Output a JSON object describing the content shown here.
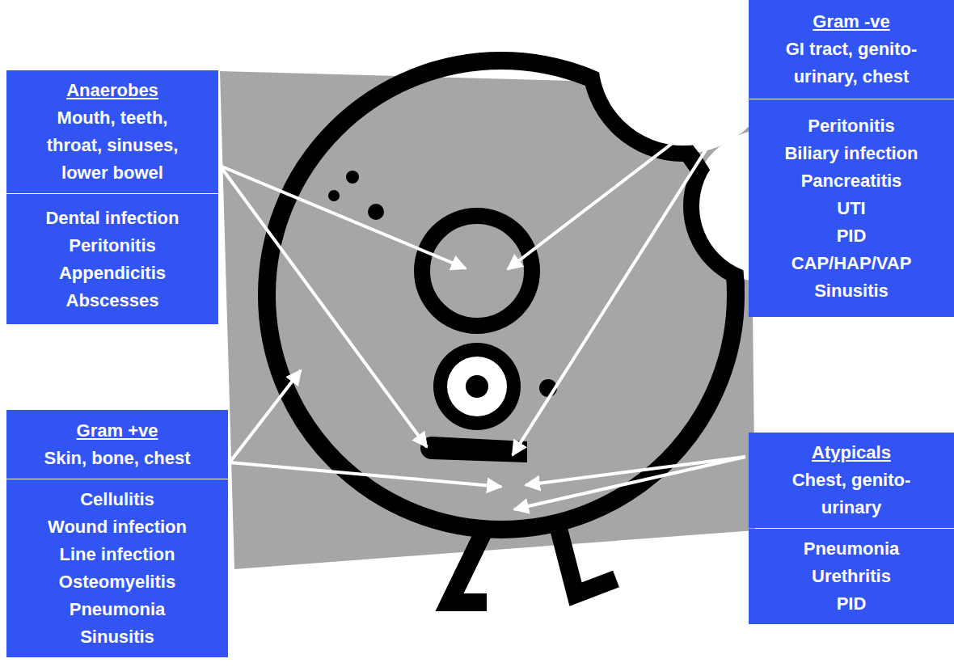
{
  "diagram": {
    "nodes": [
      {
        "text": [
          "Anaerobes",
          "Mouth, teeth, throat, sinuses, lower bowel"
        ]
      },
      {
        "text": [
          "Dental infection",
          "Peritonitis",
          "Appendicitis",
          "Abscesses"
        ]
      },
      {
        "text": [
          "Gram -ve",
          "GI tract, genito- urinary, chest"
        ]
      },
      {
        "text": [
          "Peritonitis",
          "Biliary infection",
          "Pancreatitis",
          "UTI",
          "PID",
          "CAP/HAP/VAP",
          "Sinusitis"
        ]
      },
      {
        "text": [
          "Gram +ve",
          "Skin, bone, chest"
        ]
      },
      {
        "text": [
          "Cellulitis",
          "Wound infection",
          "Line infection",
          "Osteomyelitis",
          "Pneumonia",
          "Sinusitis"
        ]
      },
      {
        "text": [
          "Atypicals",
          "Chest, genito-urinary"
        ]
      },
      {
        "text": [
          "Pneumonia",
          "Urethritis",
          "PID"
        ]
      }
    ]
  }
}
